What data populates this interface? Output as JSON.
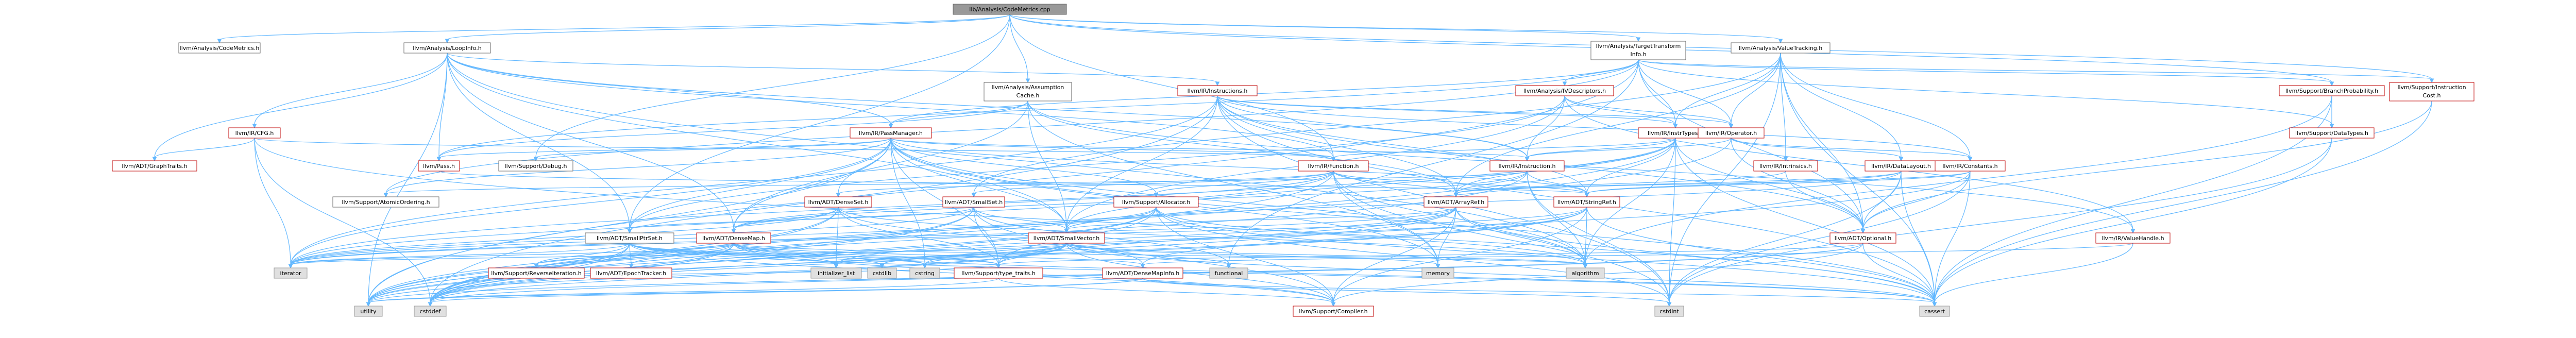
{
  "graph": {
    "nodes": [
      {
        "id": "root",
        "label": "lib/Analysis/CodeMetrics.cpp",
        "style": "root"
      },
      {
        "id": "cm_h",
        "label": "llvm/Analysis/CodeMetrics.h",
        "style": "plain"
      },
      {
        "id": "loopinfo",
        "label": "llvm/Analysis/LoopInfo.h",
        "style": "plain"
      },
      {
        "id": "tti_l1",
        "label": "llvm/Analysis/TargetTransform",
        "style": "plain"
      },
      {
        "id": "tti_l2",
        "label": "Info.h",
        "style": "plain"
      },
      {
        "id": "ac_l1",
        "label": "llvm/Analysis/Assumption",
        "style": "plain"
      },
      {
        "id": "ac_l2",
        "label": "Cache.h",
        "style": "plain"
      },
      {
        "id": "valuetracking",
        "label": "llvm/Analysis/ValueTracking.h",
        "style": "plain"
      },
      {
        "id": "ivdesc",
        "label": "llvm/Analysis/IVDescriptors.h",
        "style": "red"
      },
      {
        "id": "branchprob",
        "label": "llvm/Support/BranchProbability.h",
        "style": "red"
      },
      {
        "id": "instcost_l1",
        "label": "llvm/Support/Instruction",
        "style": "red"
      },
      {
        "id": "instcost_l2",
        "label": "Cost.h",
        "style": "red"
      },
      {
        "id": "instructions",
        "label": "llvm/IR/Instructions.h",
        "style": "red"
      },
      {
        "id": "cfg",
        "label": "llvm/IR/CFG.h",
        "style": "red"
      },
      {
        "id": "passmanager",
        "label": "llvm/IR/PassManager.h",
        "style": "red"
      },
      {
        "id": "insttypes",
        "label": "llvm/IR/InstrTypes.h",
        "style": "red"
      },
      {
        "id": "operator",
        "label": "llvm/IR/Operator.h",
        "style": "red"
      },
      {
        "id": "datatypes",
        "label": "llvm/Support/DataTypes.h",
        "style": "red"
      },
      {
        "id": "graphtraits",
        "label": "llvm/ADT/GraphTraits.h",
        "style": "red"
      },
      {
        "id": "pass",
        "label": "llvm/Pass.h",
        "style": "red"
      },
      {
        "id": "debug",
        "label": "llvm/Support/Debug.h",
        "style": "plain"
      },
      {
        "id": "function",
        "label": "llvm/IR/Function.h",
        "style": "red"
      },
      {
        "id": "instruction",
        "label": "llvm/IR/Instruction.h",
        "style": "red"
      },
      {
        "id": "intrinsics",
        "label": "llvm/IR/Intrinsics.h",
        "style": "red"
      },
      {
        "id": "datalayout",
        "label": "llvm/IR/DataLayout.h",
        "style": "red"
      },
      {
        "id": "constants",
        "label": "llvm/IR/Constants.h",
        "style": "red"
      },
      {
        "id": "atomicordering",
        "label": "llvm/Support/AtomicOrdering.h",
        "style": "plain"
      },
      {
        "id": "denseset",
        "label": "llvm/ADT/DenseSet.h",
        "style": "red"
      },
      {
        "id": "smallset",
        "label": "llvm/ADT/SmallSet.h",
        "style": "red"
      },
      {
        "id": "allocator",
        "label": "llvm/Support/Allocator.h",
        "style": "red"
      },
      {
        "id": "arrayref",
        "label": "llvm/ADT/ArrayRef.h",
        "style": "red"
      },
      {
        "id": "stringref",
        "label": "llvm/ADT/StringRef.h",
        "style": "red"
      },
      {
        "id": "smallptrset",
        "label": "llvm/ADT/SmallPtrSet.h",
        "style": "plain"
      },
      {
        "id": "densemap",
        "label": "llvm/ADT/DenseMap.h",
        "style": "red"
      },
      {
        "id": "smallvector",
        "label": "llvm/ADT/SmallVector.h",
        "style": "red"
      },
      {
        "id": "optional",
        "label": "llvm/ADT/Optional.h",
        "style": "red"
      },
      {
        "id": "valuehandle",
        "label": "llvm/IR/ValueHandle.h",
        "style": "red"
      },
      {
        "id": "iterator",
        "label": "iterator",
        "style": "sys"
      },
      {
        "id": "reversei",
        "label": "llvm/Support/ReverseIteration.h",
        "style": "red"
      },
      {
        "id": "epoch",
        "label": "llvm/ADT/EpochTracker.h",
        "style": "red"
      },
      {
        "id": "initlist",
        "label": "initializer_list",
        "style": "sys"
      },
      {
        "id": "cstdlib",
        "label": "cstdlib",
        "style": "sys"
      },
      {
        "id": "cstring",
        "label": "cstring",
        "style": "sys"
      },
      {
        "id": "typetraits",
        "label": "llvm/Support/type_traits.h",
        "style": "red"
      },
      {
        "id": "densemapinfo",
        "label": "llvm/ADT/DenseMapInfo.h",
        "style": "red"
      },
      {
        "id": "functional",
        "label": "functional",
        "style": "sys"
      },
      {
        "id": "memory",
        "label": "memory",
        "style": "sys"
      },
      {
        "id": "algorithm",
        "label": "algorithm",
        "style": "sys"
      },
      {
        "id": "utility",
        "label": "utility",
        "style": "sys"
      },
      {
        "id": "cstddef",
        "label": "cstddef",
        "style": "sys"
      },
      {
        "id": "compiler",
        "label": "llvm/Support/Compiler.h",
        "style": "red"
      },
      {
        "id": "cstdint",
        "label": "cstdint",
        "style": "sys"
      },
      {
        "id": "cassert",
        "label": "cassert",
        "style": "sys"
      }
    ],
    "edges": [
      [
        "root",
        "cm_h"
      ],
      [
        "root",
        "loopinfo"
      ],
      [
        "root",
        "tti_l1"
      ],
      [
        "root",
        "ac_l1"
      ],
      [
        "root",
        "valuetracking"
      ],
      [
        "root",
        "debug"
      ],
      [
        "root",
        "function"
      ],
      [
        "root",
        "smallptrset"
      ],
      [
        "root",
        "instcost_l1"
      ],
      [
        "root",
        "branchprob"
      ],
      [
        "loopinfo",
        "instructions"
      ],
      [
        "loopinfo",
        "cfg"
      ],
      [
        "loopinfo",
        "passmanager"
      ],
      [
        "loopinfo",
        "pass"
      ],
      [
        "loopinfo",
        "function"
      ],
      [
        "loopinfo",
        "densemap"
      ],
      [
        "loopinfo",
        "smallptrset"
      ],
      [
        "loopinfo",
        "graphtraits"
      ],
      [
        "loopinfo",
        "instruction"
      ],
      [
        "loopinfo",
        "smallvector"
      ],
      [
        "loopinfo",
        "algorithm"
      ],
      [
        "loopinfo",
        "utility"
      ],
      [
        "tti_l1",
        "ivdesc"
      ],
      [
        "tti_l1",
        "passmanager"
      ],
      [
        "tti_l1",
        "insttypes"
      ],
      [
        "tti_l1",
        "operator"
      ],
      [
        "tti_l1",
        "branchprob"
      ],
      [
        "tti_l1",
        "instcost_l1"
      ],
      [
        "tti_l1",
        "datatypes"
      ],
      [
        "tti_l1",
        "pass"
      ],
      [
        "tti_l1",
        "atomicordering"
      ],
      [
        "tti_l1",
        "optional"
      ],
      [
        "tti_l1",
        "functional"
      ],
      [
        "tti_l1",
        "utility"
      ],
      [
        "ac_l1",
        "densemap"
      ],
      [
        "ac_l1",
        "smallvector"
      ],
      [
        "ac_l1",
        "passmanager"
      ],
      [
        "ac_l1",
        "valuehandle"
      ],
      [
        "ac_l1",
        "pass"
      ],
      [
        "ac_l1",
        "arrayref"
      ],
      [
        "ac_l1",
        "memory"
      ],
      [
        "valuetracking",
        "operator"
      ],
      [
        "valuetracking",
        "insttypes"
      ],
      [
        "valuetracking",
        "intrinsics"
      ],
      [
        "valuetracking",
        "datalayout"
      ],
      [
        "valuetracking",
        "constants"
      ],
      [
        "valuetracking",
        "arrayref"
      ],
      [
        "valuetracking",
        "smallset"
      ],
      [
        "valuetracking",
        "optional"
      ],
      [
        "valuetracking",
        "cassert"
      ],
      [
        "valuetracking",
        "cstdint"
      ],
      [
        "ivdesc",
        "insttypes"
      ],
      [
        "ivdesc",
        "operator"
      ],
      [
        "ivdesc",
        "smallptrset"
      ],
      [
        "ivdesc",
        "smallvector"
      ],
      [
        "ivdesc",
        "mapvector"
      ],
      [
        "ivdesc",
        "valuehandle"
      ],
      [
        "ivdesc",
        "instruction"
      ],
      [
        "instructions",
        "insttypes"
      ],
      [
        "instructions",
        "instruction"
      ],
      [
        "instructions",
        "operator"
      ],
      [
        "instructions",
        "constants"
      ],
      [
        "instructions",
        "arrayref"
      ],
      [
        "instructions",
        "stringref"
      ],
      [
        "instructions",
        "smallvector"
      ],
      [
        "instructions",
        "optional"
      ],
      [
        "instructions",
        "iterator"
      ],
      [
        "instructions",
        "cassert"
      ],
      [
        "instructions",
        "cstddef"
      ],
      [
        "instructions",
        "cstdint"
      ],
      [
        "cfg",
        "function"
      ],
      [
        "cfg",
        "graphtraits"
      ],
      [
        "cfg",
        "iterator"
      ],
      [
        "cfg",
        "cassert"
      ],
      [
        "cfg",
        "cstddef"
      ],
      [
        "passmanager",
        "function"
      ],
      [
        "passmanager",
        "densemap"
      ],
      [
        "passmanager",
        "smallptrset"
      ],
      [
        "passmanager",
        "smallvector"
      ],
      [
        "passmanager",
        "stringref"
      ],
      [
        "passmanager",
        "typetraits"
      ],
      [
        "passmanager",
        "allocator"
      ],
      [
        "passmanager",
        "memory"
      ],
      [
        "passmanager",
        "algorithm"
      ],
      [
        "passmanager",
        "cassert"
      ],
      [
        "passmanager",
        "cstring"
      ],
      [
        "passmanager",
        "iterator"
      ],
      [
        "passmanager",
        "utility"
      ],
      [
        "passmanager",
        "debug"
      ],
      [
        "passmanager",
        "pass"
      ],
      [
        "passmanager",
        "atomicordering"
      ],
      [
        "passmanager",
        "denseset"
      ],
      [
        "passmanager",
        "instruction"
      ],
      [
        "insttypes",
        "instruction"
      ],
      [
        "insttypes",
        "arrayref"
      ],
      [
        "insttypes",
        "optional"
      ],
      [
        "insttypes",
        "stringref"
      ],
      [
        "insttypes",
        "smallvector"
      ],
      [
        "insttypes",
        "algorithm"
      ],
      [
        "insttypes",
        "cassert"
      ],
      [
        "insttypes",
        "cstddef"
      ],
      [
        "insttypes",
        "cstdint"
      ],
      [
        "insttypes",
        "iterator"
      ],
      [
        "insttypes",
        "function"
      ],
      [
        "operator",
        "constants"
      ],
      [
        "operator",
        "datalayout"
      ],
      [
        "operator",
        "instruction"
      ],
      [
        "operator",
        "cstddef"
      ],
      [
        "operator",
        "optional"
      ],
      [
        "datatypes",
        "cstdint"
      ],
      [
        "datatypes",
        "cassert"
      ],
      [
        "branchprob",
        "datatypes"
      ],
      [
        "branchprob",
        "cassert"
      ],
      [
        "branchprob",
        "algorithm"
      ],
      [
        "instcost_l1",
        "optional"
      ],
      [
        "instcost_l1",
        "cassert"
      ],
      [
        "pass",
        "stringref"
      ],
      [
        "pass",
        "string"
      ],
      [
        "function",
        "densemap"
      ],
      [
        "function",
        "stringref"
      ],
      [
        "function",
        "arrayref"
      ],
      [
        "function",
        "allocator"
      ],
      [
        "function",
        "smallset"
      ],
      [
        "function",
        "memory"
      ],
      [
        "function",
        "cstddef"
      ],
      [
        "function",
        "cstdint"
      ],
      [
        "function",
        "algorithm"
      ],
      [
        "function",
        "iterator"
      ],
      [
        "function",
        "denseset"
      ],
      [
        "instruction",
        "arrayref"
      ],
      [
        "instruction",
        "stringref"
      ],
      [
        "instruction",
        "densemap"
      ],
      [
        "instruction",
        "atomicordering"
      ],
      [
        "instruction",
        "algorithm"
      ],
      [
        "instruction",
        "cstdint"
      ],
      [
        "instruction",
        "utility"
      ],
      [
        "intrinsics",
        "arrayref"
      ],
      [
        "intrinsics",
        "optional"
      ],
      [
        "datalayout",
        "arrayref"
      ],
      [
        "datalayout",
        "stringref"
      ],
      [
        "datalayout",
        "smallvector"
      ],
      [
        "datalayout",
        "cassert"
      ],
      [
        "datalayout",
        "cstdint"
      ],
      [
        "datalayout",
        "optional"
      ],
      [
        "constants",
        "arrayref"
      ],
      [
        "constants",
        "stringref"
      ],
      [
        "constants",
        "optional"
      ],
      [
        "constants",
        "cassert"
      ],
      [
        "constants",
        "cstddef"
      ],
      [
        "constants",
        "cstdint"
      ],
      [
        "denseset",
        "densemap"
      ],
      [
        "denseset",
        "densemapinfo"
      ],
      [
        "denseset",
        "typetraits"
      ],
      [
        "denseset",
        "algorithm"
      ],
      [
        "denseset",
        "cstddef"
      ],
      [
        "denseset",
        "initlist"
      ],
      [
        "denseset",
        "iterator"
      ],
      [
        "denseset",
        "utility"
      ],
      [
        "smallset",
        "smallptrset"
      ],
      [
        "smallset",
        "smallvector"
      ],
      [
        "smallset",
        "iterator"
      ],
      [
        "smallset",
        "typetraits"
      ],
      [
        "smallset",
        "cstddef"
      ],
      [
        "smallset",
        "functional"
      ],
      [
        "smallset",
        "utility"
      ],
      [
        "smallset",
        "compiler"
      ],
      [
        "allocator",
        "smallvector"
      ],
      [
        "allocator",
        "compiler"
      ],
      [
        "allocator",
        "typetraits"
      ],
      [
        "allocator",
        "algorithm"
      ],
      [
        "allocator",
        "cassert"
      ],
      [
        "allocator",
        "cstddef"
      ],
      [
        "allocator",
        "cstdint"
      ],
      [
        "allocator",
        "iterator"
      ],
      [
        "allocator",
        "utility"
      ],
      [
        "arrayref",
        "smallvector"
      ],
      [
        "arrayref",
        "compiler"
      ],
      [
        "arrayref",
        "algorithm"
      ],
      [
        "arrayref",
        "cassert"
      ],
      [
        "arrayref",
        "cstddef"
      ],
      [
        "arrayref",
        "initlist"
      ],
      [
        "arrayref",
        "iterator"
      ],
      [
        "arrayref",
        "memory"
      ],
      [
        "arrayref",
        "typetraits"
      ],
      [
        "stringref",
        "densemapinfo"
      ],
      [
        "stringref",
        "compiler"
      ],
      [
        "stringref",
        "algorithm"
      ],
      [
        "stringref",
        "cassert"
      ],
      [
        "stringref",
        "cstddef"
      ],
      [
        "stringref",
        "cstring"
      ],
      [
        "stringref",
        "iterator"
      ],
      [
        "stringref",
        "utility"
      ],
      [
        "smallptrset",
        "epoch"
      ],
      [
        "smallptrset",
        "compiler"
      ],
      [
        "smallptrset",
        "reversei"
      ],
      [
        "smallptrset",
        "typetraits"
      ],
      [
        "smallptrset",
        "cassert"
      ],
      [
        "smallptrset",
        "cstddef"
      ],
      [
        "smallptrset",
        "cstdlib"
      ],
      [
        "smallptrset",
        "cstring"
      ],
      [
        "smallptrset",
        "initlist"
      ],
      [
        "smallptrset",
        "iterator"
      ],
      [
        "smallptrset",
        "utility"
      ],
      [
        "densemap",
        "densemapinfo"
      ],
      [
        "densemap",
        "epoch"
      ],
      [
        "densemap",
        "compiler"
      ],
      [
        "densemap",
        "reversei"
      ],
      [
        "densemap",
        "typetraits"
      ],
      [
        "densemap",
        "algorithm"
      ],
      [
        "densemap",
        "cassert"
      ],
      [
        "densemap",
        "cstddef"
      ],
      [
        "densemap",
        "cstring"
      ],
      [
        "densemap",
        "initlist"
      ],
      [
        "densemap",
        "iterator"
      ],
      [
        "densemap",
        "utility"
      ],
      [
        "smallvector",
        "compiler"
      ],
      [
        "smallvector",
        "typetraits"
      ],
      [
        "smallvector",
        "algorithm"
      ],
      [
        "smallvector",
        "cassert"
      ],
      [
        "smallvector",
        "cstddef"
      ],
      [
        "smallvector",
        "cstdlib"
      ],
      [
        "smallvector",
        "cstring"
      ],
      [
        "smallvector",
        "functional"
      ],
      [
        "smallvector",
        "initlist"
      ],
      [
        "smallvector",
        "iterator"
      ],
      [
        "smallvector",
        "memory"
      ],
      [
        "smallvector",
        "utility"
      ],
      [
        "optional",
        "compiler"
      ],
      [
        "optional",
        "typetraits"
      ],
      [
        "optional",
        "cassert"
      ],
      [
        "optional",
        "cstddef"
      ],
      [
        "optional",
        "utility"
      ],
      [
        "valuehandle",
        "densemapinfo"
      ],
      [
        "valuehandle",
        "cassert"
      ],
      [
        "reversei",
        "typetraits"
      ],
      [
        "typetraits",
        "compiler"
      ],
      [
        "typetraits",
        "utility"
      ],
      [
        "densemapinfo",
        "cassert"
      ],
      [
        "densemapinfo",
        "cstddef"
      ],
      [
        "densemapinfo",
        "cstdint"
      ],
      [
        "densemapinfo",
        "utility"
      ]
    ]
  }
}
